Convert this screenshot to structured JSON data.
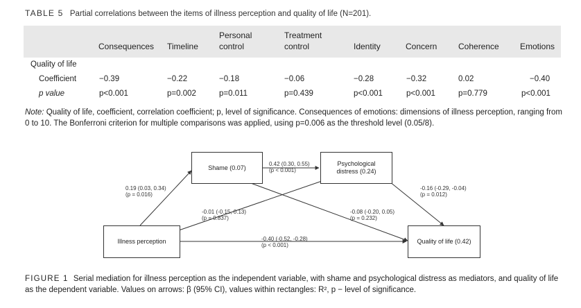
{
  "table": {
    "label": "TABLE 5",
    "caption": "Partial correlations between the items of illness perception and quality of life (N=201).",
    "headers": [
      "Consequences",
      "Timeline",
      "Personal control",
      "Treatment control",
      "Identity",
      "Concern",
      "Coherence",
      "Emotions"
    ],
    "header_lines": {
      "personal_1": "Personal",
      "personal_2": "control",
      "treatment_1": "Treatment",
      "treatment_2": "control"
    },
    "group_label": "Quality of life",
    "rows": [
      {
        "label": "Coefficient",
        "values": [
          "−0.39",
          "−0.22",
          "−0.18",
          "−0.06",
          "−0.28",
          "−0.32",
          "0.02",
          "−0.40"
        ]
      },
      {
        "label": "p value",
        "values": [
          "p<0.001",
          "p=0.002",
          "p=0.011",
          "p=0.439",
          "p<0.001",
          "p<0.001",
          "p=0.779",
          "p<0.001"
        ]
      }
    ],
    "note_label": "Note:",
    "note_text": " Quality of life, coefficient, correlation coefficient; p, level of significance. Consequences of emotions: dimensions of illness perception, ranging from 0 to 10. The Bonferroni criterion for multiple comparisons was applied, using p=0.006 as the threshold level (0.05/8)."
  },
  "figure": {
    "boxes": {
      "shame": "Shame (0.07)",
      "distress_1": "Psychological",
      "distress_2": "distress (0.24)",
      "illness": "Illness perception",
      "qol": "Quality of life (0.42)"
    },
    "arrows": {
      "ip_shame_1": "0.19 (0.03, 0.34)",
      "ip_shame_2": "(p = 0.016)",
      "shame_distress_1": "0.42 (0.30, 0.55)",
      "shame_distress_2": "(p < 0.001)",
      "distress_qol_1": "-0.16 (-0.29, -0.04)",
      "distress_qol_2": "(p = 0.012)",
      "ip_distress_1": "-0.01 (-0.15, 0.13)",
      "ip_distress_2": "(p = 0.837)",
      "shame_qol_1": "-0.08 (-0.20, 0.05)",
      "shame_qol_2": "(p = 0.232)",
      "ip_qol_1": "-0.40 (-0.52, -0.28)",
      "ip_qol_2": "(p < 0.001)"
    },
    "caption_label": "FIGURE 1",
    "caption_text": "Serial mediation for illness perception as the independent variable, with shame and psychological distress as mediators, and quality of life as the dependent variable. Values on arrows: β (95% CI), values within rectangles: R², p − level of significance."
  }
}
